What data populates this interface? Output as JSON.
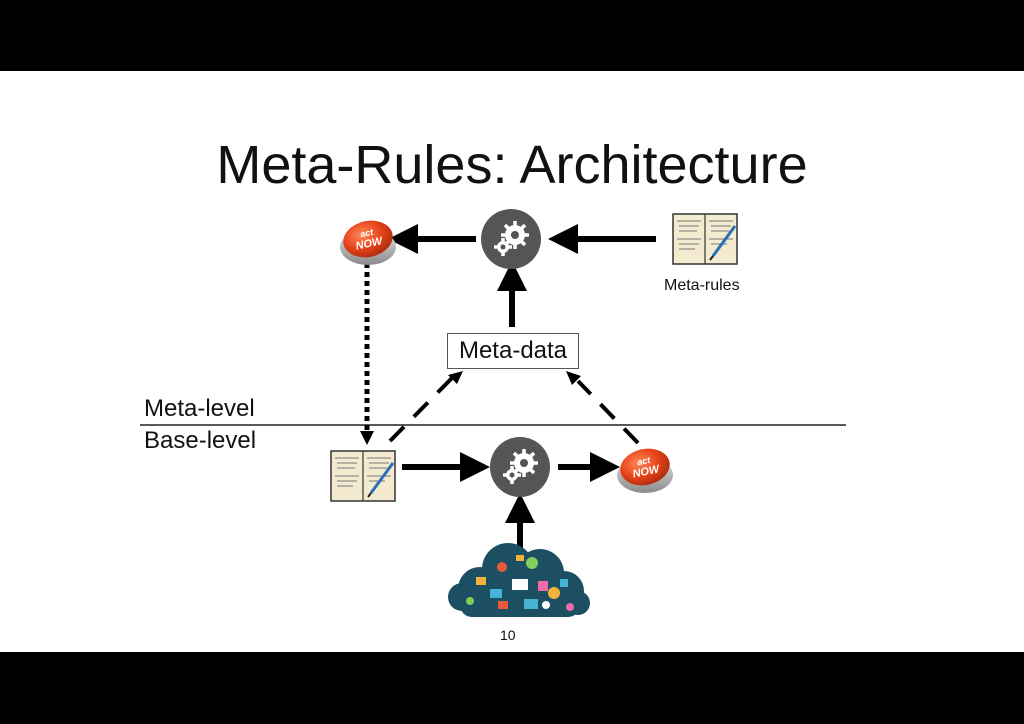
{
  "slide": {
    "title": "Meta-Rules: Architecture",
    "labels": {
      "meta_level": "Meta-level",
      "base_level": "Base-level",
      "meta_rules": "Meta-rules",
      "meta_data": "Meta-data"
    },
    "button_text": {
      "line1": "act",
      "line2": "NOW"
    },
    "page_number": "10",
    "colors": {
      "button_red": "#e8431a",
      "gear_circle": "#555555",
      "arrow": "#000000",
      "divider": "#222222"
    }
  }
}
